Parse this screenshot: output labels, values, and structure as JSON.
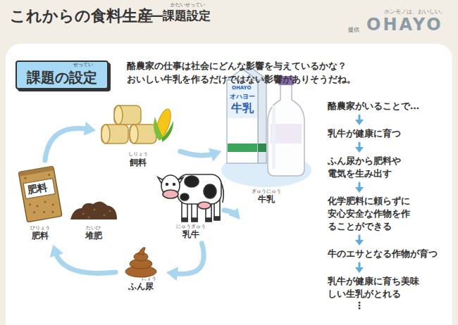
{
  "diagram": {
    "title": "これからの食料生産",
    "nodes": [
      {
        "text": [
          "課題の設定"
        ]
      },
      {
        "text": [
          "飼料"
        ]
      },
      {
        "text": [
          "牛乳"
        ]
      },
      {
        "text": [
          "肥料"
        ]
      },
      {
        "text": [
          "堆肥"
        ]
      },
      {
        "text": [
          "乳牛"
        ]
      },
      {
        "text": [
          "ふん尿"
        ]
      },
      {
        "text": [
          "酪農家がいることで…"
        ]
      },
      {
        "text": [
          "乳牛が健康に育つ"
        ]
      },
      {
        "text": [
          "ふん尿から肥料や電気を生み出す"
        ]
      },
      {
        "text": [
          "化学肥料に頼らずに安心安全な作物を作ることができる"
        ]
      },
      {
        "text": [
          "牛のエサとなる作物が育つ"
        ]
      },
      {
        "text": [
          "乳牛が健康に育ち美味しい生乳がとれる"
        ]
      }
    ],
    "edges": [
      {
        "from": 3,
        "to": 1,
        "arrow": "to"
      },
      {
        "from": 1,
        "to": 2,
        "arrow": "to"
      },
      {
        "from": 5,
        "to": 2,
        "arrow": "to"
      },
      {
        "from": 5,
        "to": 6,
        "arrow": "to"
      },
      {
        "from": 6,
        "to": 3,
        "arrow": "to"
      },
      {
        "from": 7,
        "to": 8,
        "arrow": "to"
      },
      {
        "from": 8,
        "to": 9,
        "arrow": "to"
      },
      {
        "from": 9,
        "to": 10,
        "arrow": "to"
      },
      {
        "from": 10,
        "to": 11,
        "arrow": "to"
      },
      {
        "from": 11,
        "to": 12,
        "arrow": "to"
      }
    ],
    "labels": [
      "―課題設定",
      "かだいせってい",
      "ホンモノは、おいしい。",
      "提供",
      "OHAYO",
      "せってい",
      "酪農家の仕事は社会にどんな影響を与えているかな？",
      "おいしい牛乳を作るだけではない影響がありそうだね。",
      "OHAYO",
      "オハヨー",
      "牛乳",
      "肥料",
      "⋮",
      "しりょう",
      "ぎゅうにゅう",
      "にゅうぎゅう",
      "にょう",
      "たいひ",
      "ひりょう"
    ]
  }
}
